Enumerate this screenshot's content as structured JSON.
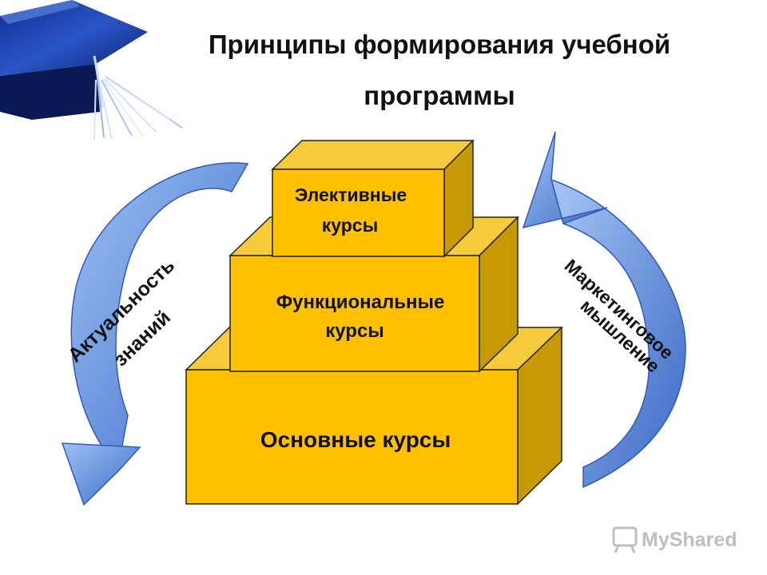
{
  "title_line1": "Принципы формирования учебной",
  "title_line2": "программы",
  "blocks": {
    "top": [
      "Элективные",
      "курсы"
    ],
    "middle": [
      "Функциональные",
      "курсы"
    ],
    "bottom": "Основные курсы"
  },
  "arrows": {
    "left_label": [
      "Актуальность",
      "знаний"
    ],
    "right_label": [
      "Маркетинговое",
      "мышление"
    ]
  },
  "watermark": "MyShared",
  "colors": {
    "block_front": "#FFC000",
    "block_top": "#F7CD3A",
    "block_side": "#C99A00",
    "arrow_light": "#8EB3EC",
    "arrow_dark": "#3F6FCF"
  }
}
